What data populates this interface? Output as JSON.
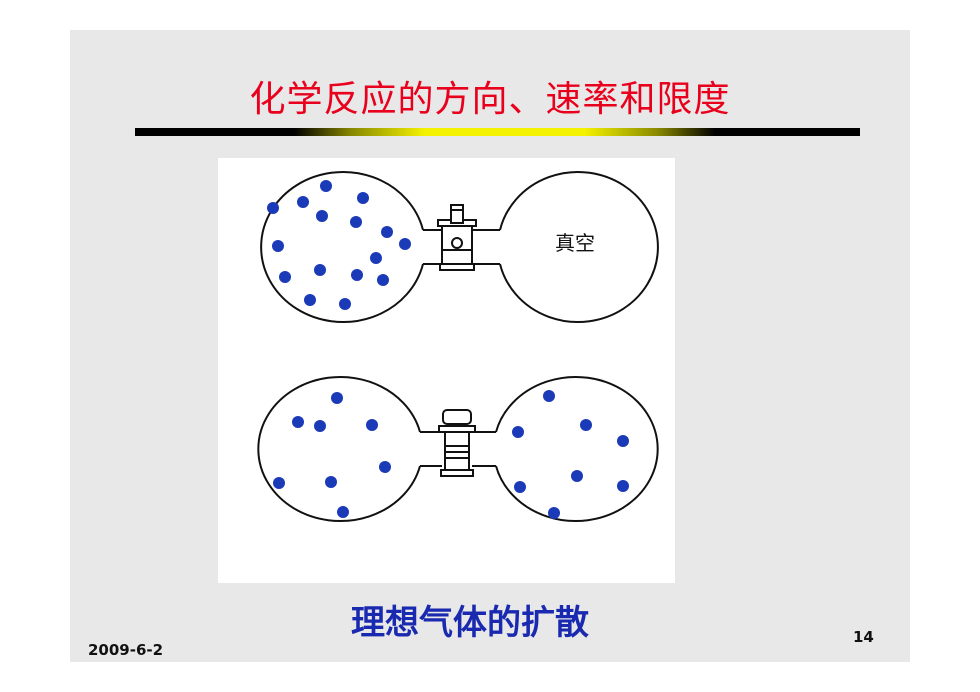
{
  "slide": {
    "title": "化学反应的方向、速率和限度",
    "vacuum_label": "真空",
    "caption": "理想气体的扩散",
    "date": "2009-6-2",
    "page_number": "14"
  },
  "colors": {
    "title": "#e8001c",
    "caption": "#1a2ab0",
    "molecule": "#1b3ab8"
  }
}
